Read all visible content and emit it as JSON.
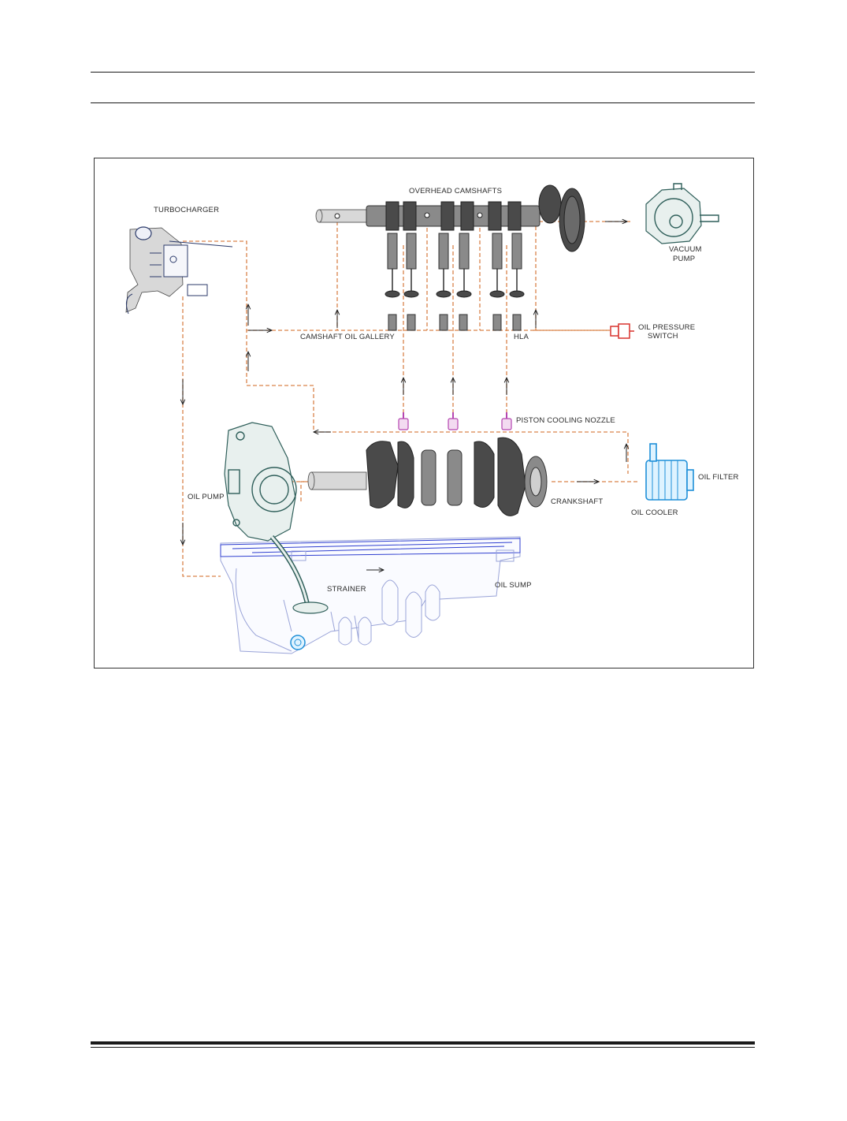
{
  "diagram": {
    "labels": {
      "turbocharger": "TURBOCHARGER",
      "overhead_camshafts": "OVERHEAD CAMSHAFTS",
      "vacuum_pump_line1": "VACUUM",
      "vacuum_pump_line2": "PUMP",
      "camshaft_oil_gallery": "CAMSHAFT OIL GALLERY",
      "hla": "HLA",
      "oil_pressure_switch_line1": "OIL PRESSURE",
      "oil_pressure_switch_line2": "SWITCH",
      "piston_cooling_nozzle": "PISTON COOLING NOZZLE",
      "oil_pump": "OIL PUMP",
      "crankshaft": "CRANKSHAFT",
      "oil_filter": "OIL FILTER",
      "oil_cooler": "OIL COOLER",
      "strainer": "STRAINER",
      "oil_sump": "OIL SUMP"
    },
    "colors": {
      "flow_line": "#d9834a",
      "oil_filter": "#1e8fd8",
      "piston_nozzle": "#b545b0",
      "pressure_switch": "#d8332e"
    }
  }
}
